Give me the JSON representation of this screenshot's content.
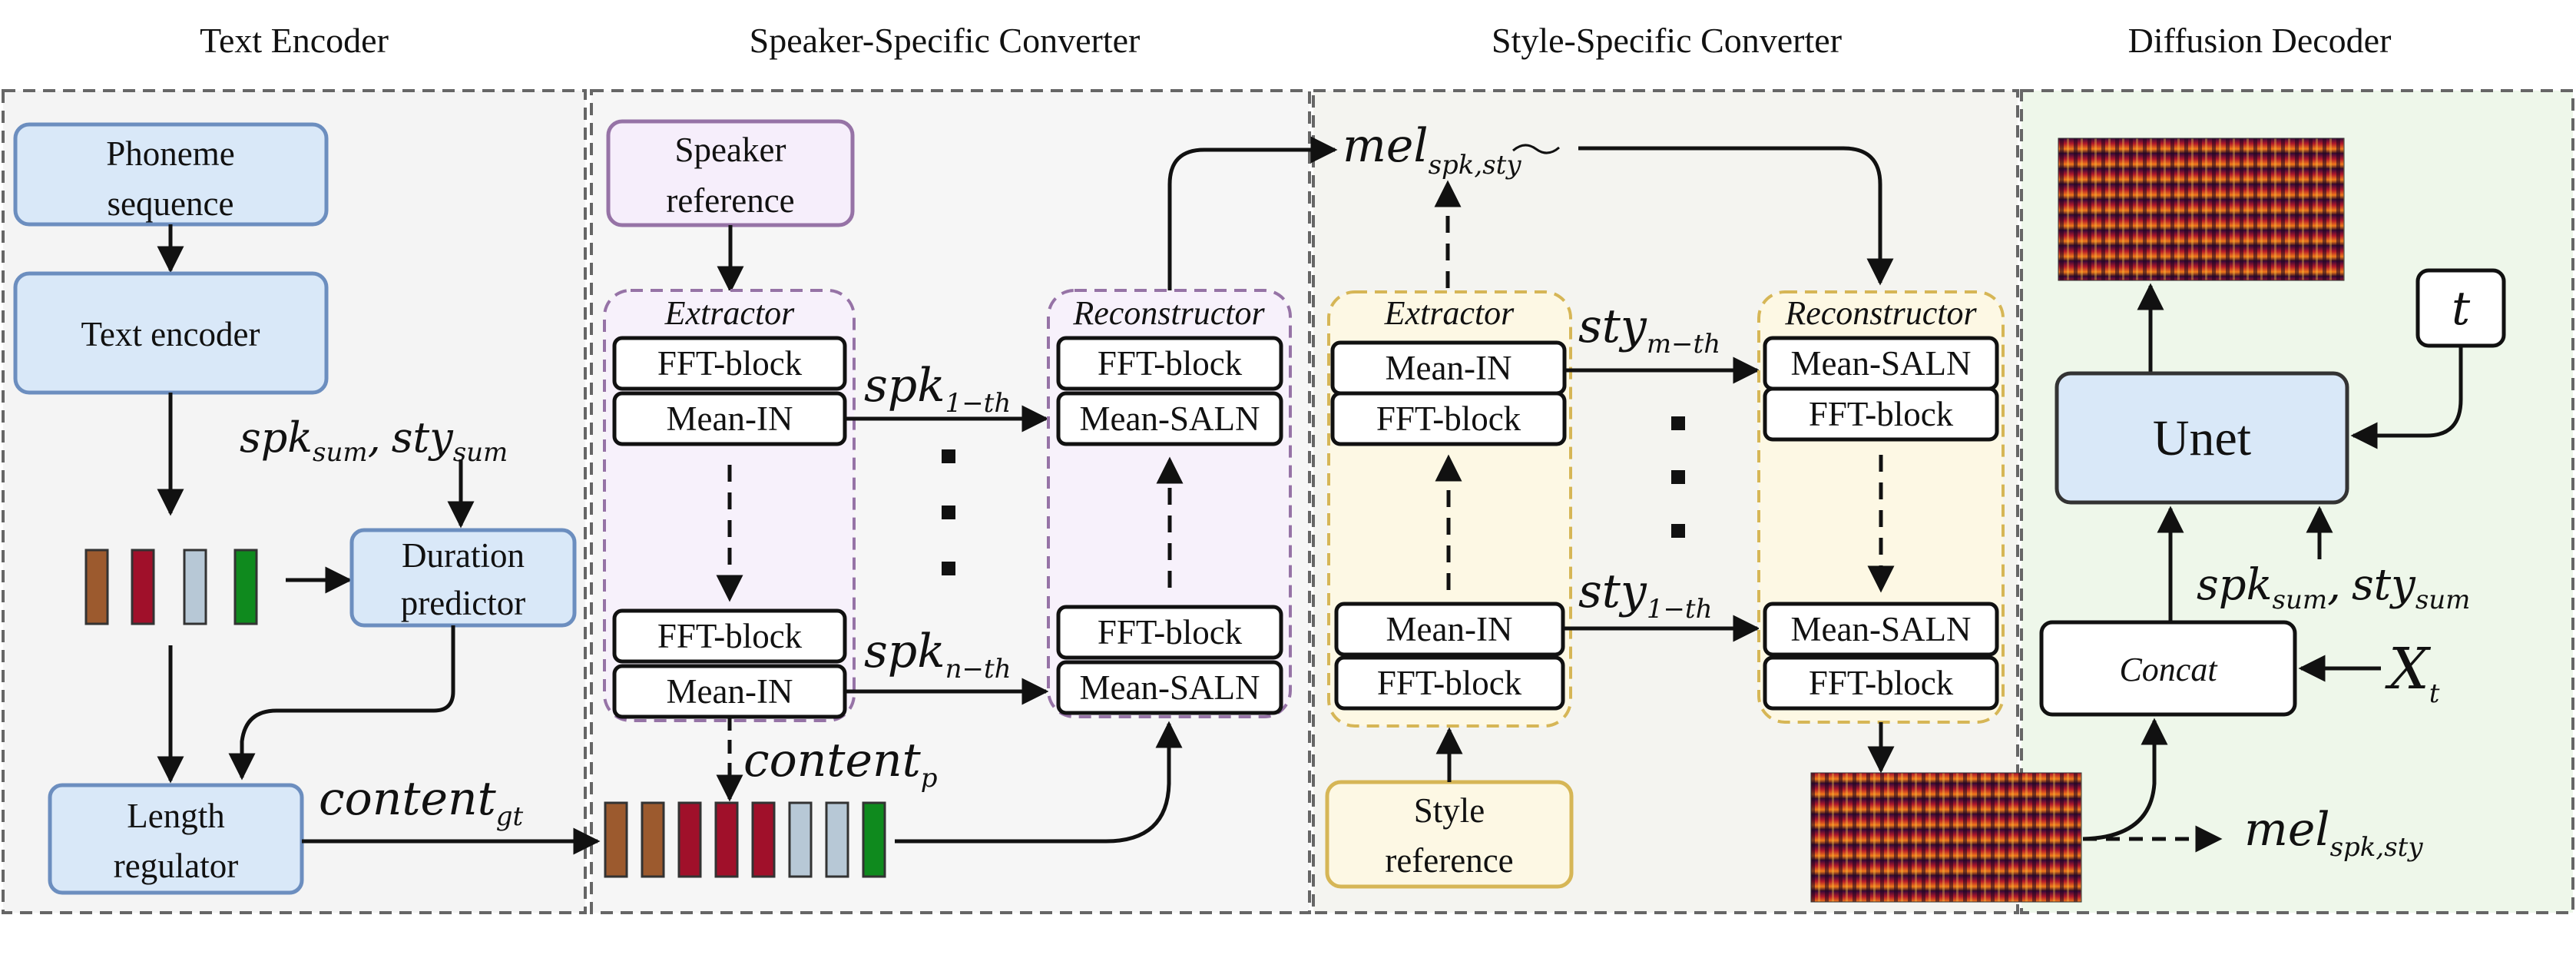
{
  "sections": {
    "text_encoder": "Text Encoder",
    "speaker_converter": "Speaker-Specific Converter",
    "style_converter": "Style-Specific Converter",
    "diffusion_decoder": "Diffusion Decoder"
  },
  "text_encoder": {
    "phoneme_l1": "Phoneme",
    "phoneme_l2": "sequence",
    "text_encoder": "Text encoder",
    "duration_l1": "Duration",
    "duration_l2": "predictor",
    "length_l1": "Length",
    "length_l2": "regulator",
    "cond_a": "spk",
    "cond_a_sub": "sum",
    "cond_sep": ",",
    "cond_b": "sty",
    "cond_b_sub": "sum",
    "token_colors": [
      "#9c5a2e",
      "#a0102a",
      "#b7c8d6",
      "#0f8a1e"
    ]
  },
  "speaker": {
    "ref_l1": "Speaker",
    "ref_l2": "reference",
    "extractor": "Extractor",
    "reconstructor": "Reconstructor",
    "fft": "FFT-block",
    "mean_in": "Mean-IN",
    "mean_saln": "Mean-SALN",
    "spk_1": "spk",
    "spk_1_sub": "1−th",
    "spk_n": "spk",
    "spk_n_sub": "n−th",
    "content_p": "content",
    "content_p_sub": "p",
    "content_gt": "content",
    "content_gt_sub": "gt",
    "seq_colors": [
      "#9c5a2e",
      "#9c5a2e",
      "#a0102a",
      "#a0102a",
      "#a0102a",
      "#b7c8d6",
      "#b7c8d6",
      "#0f8a1e"
    ]
  },
  "style": {
    "mel_top": "mel",
    "mel_top_sub": "spk,",
    "mel_top_sub2": "sty",
    "extractor": "Extractor",
    "reconstructor": "Reconstructor",
    "fft": "FFT-block",
    "mean_in": "Mean-IN",
    "mean_saln": "Mean-SALN",
    "sty_m": "sty",
    "sty_m_sub": "m−th",
    "sty_1": "sty",
    "sty_1_sub": "1−th",
    "ref_l1": "Style",
    "ref_l2": "reference"
  },
  "decoder": {
    "unet": "Unet",
    "t": "t",
    "concat": "Concat",
    "xt": "X",
    "xt_sub": "t",
    "cond_a": "spk",
    "cond_a_sub": "sum",
    "cond_sep": ",",
    "cond_b": "sty",
    "cond_b_sub": "sum",
    "mel_out": "mel",
    "mel_out_sub": "spk,sty"
  },
  "colors": {
    "blue_fill": "#d9e8f8",
    "blue_stroke": "#6c8ebf",
    "purple_stroke": "#9673a6",
    "yellow_stroke": "#d6b656",
    "te_bg": "#f4f4f4",
    "spk_bg": "#f6f6f6",
    "sty_bg": "#f4f4f0",
    "dec_bg": "#eef7ea"
  }
}
